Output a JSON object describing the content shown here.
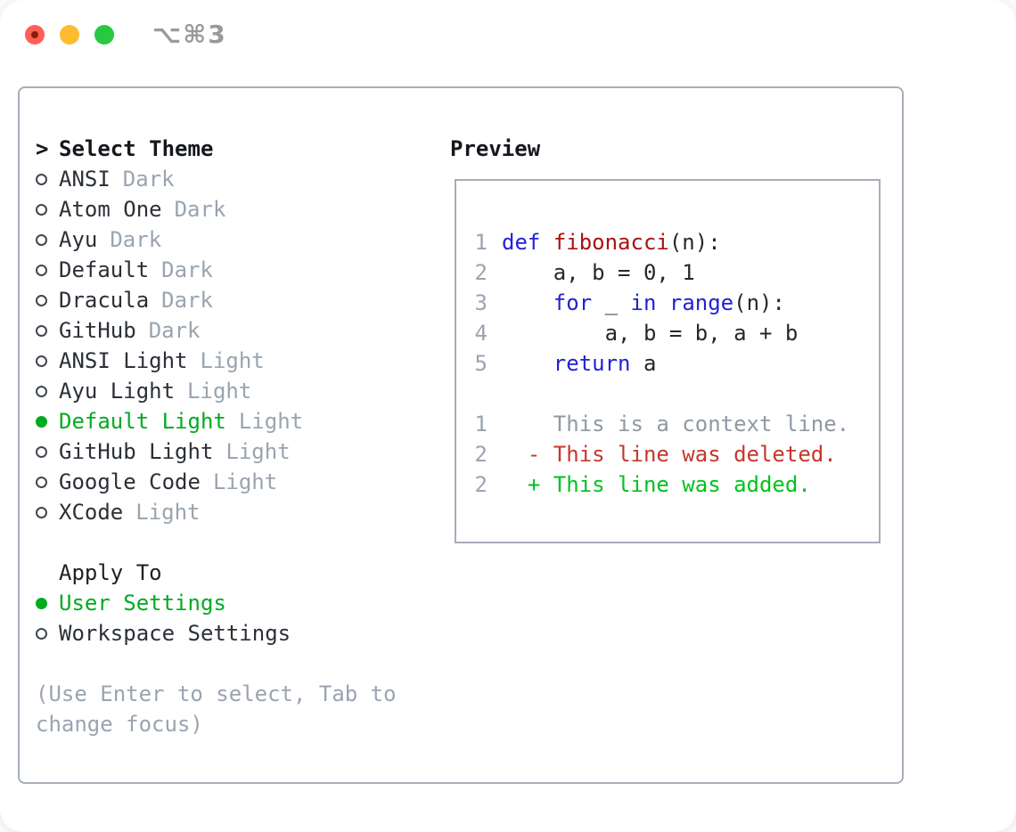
{
  "titlebar": {
    "shortcut": "⌥⌘3",
    "traffic_lights": [
      "close",
      "minimize",
      "zoom"
    ]
  },
  "colors": {
    "selected_green": "#00ab1f",
    "added_green": "#00c21d",
    "deleted_red": "#c5372b",
    "keyword_blue": "#2121d6",
    "function_red": "#aa1111",
    "muted_gray": "#9aa4b0",
    "border_gray": "#a6aeb8",
    "traffic_red": "#ff5f57",
    "traffic_yellow": "#febc2e",
    "traffic_green": "#28c840"
  },
  "theme_picker": {
    "title_marker": ">",
    "title": "Select Theme",
    "items": [
      {
        "name": "ANSI",
        "variant": "Dark",
        "selected": false
      },
      {
        "name": "Atom One",
        "variant": "Dark",
        "selected": false
      },
      {
        "name": "Ayu",
        "variant": "Dark",
        "selected": false
      },
      {
        "name": "Default",
        "variant": "Dark",
        "selected": false
      },
      {
        "name": "Dracula",
        "variant": "Dark",
        "selected": false
      },
      {
        "name": "GitHub",
        "variant": "Dark",
        "selected": false
      },
      {
        "name": "ANSI Light",
        "variant": "Light",
        "selected": false
      },
      {
        "name": "Ayu Light",
        "variant": "Light",
        "selected": false
      },
      {
        "name": "Default Light",
        "variant": "Light",
        "selected": true
      },
      {
        "name": "GitHub Light",
        "variant": "Light",
        "selected": false
      },
      {
        "name": "Google Code",
        "variant": "Light",
        "selected": false
      },
      {
        "name": "XCode",
        "variant": "Light",
        "selected": false
      }
    ],
    "apply_to": {
      "title": "Apply To",
      "options": [
        {
          "label": "User Settings",
          "selected": true
        },
        {
          "label": "Workspace Settings",
          "selected": false
        }
      ]
    },
    "help_text": "(Use Enter to select, Tab to change focus)"
  },
  "preview": {
    "title": "Preview",
    "code_lines": [
      {
        "ln": "1",
        "tokens": [
          {
            "t": "def",
            "c": "keyword"
          },
          {
            "t": " ",
            "c": "plain"
          },
          {
            "t": "fibonacci",
            "c": "function"
          },
          {
            "t": "(n):",
            "c": "plain"
          }
        ]
      },
      {
        "ln": "2",
        "tokens": [
          {
            "t": "    a, b = 0, 1",
            "c": "plain"
          }
        ]
      },
      {
        "ln": "3",
        "tokens": [
          {
            "t": "    ",
            "c": "plain"
          },
          {
            "t": "for",
            "c": "keyword"
          },
          {
            "t": " _ ",
            "c": "plain"
          },
          {
            "t": "in",
            "c": "keyword"
          },
          {
            "t": " ",
            "c": "plain"
          },
          {
            "t": "range",
            "c": "keyword"
          },
          {
            "t": "(n):",
            "c": "plain"
          }
        ]
      },
      {
        "ln": "4",
        "tokens": [
          {
            "t": "        a, b = b, a + b",
            "c": "plain"
          }
        ]
      },
      {
        "ln": "5",
        "tokens": [
          {
            "t": "    ",
            "c": "plain"
          },
          {
            "t": "return",
            "c": "keyword"
          },
          {
            "t": " a",
            "c": "plain"
          }
        ]
      },
      {
        "ln": "",
        "tokens": []
      },
      {
        "ln": "1",
        "tokens": [
          {
            "t": "    This is a context line.",
            "c": "context"
          }
        ]
      },
      {
        "ln": "2",
        "tokens": [
          {
            "t": "  - This line was deleted.",
            "c": "deleted"
          }
        ]
      },
      {
        "ln": "2",
        "tokens": [
          {
            "t": "  + This line was added.",
            "c": "added"
          }
        ]
      }
    ]
  }
}
